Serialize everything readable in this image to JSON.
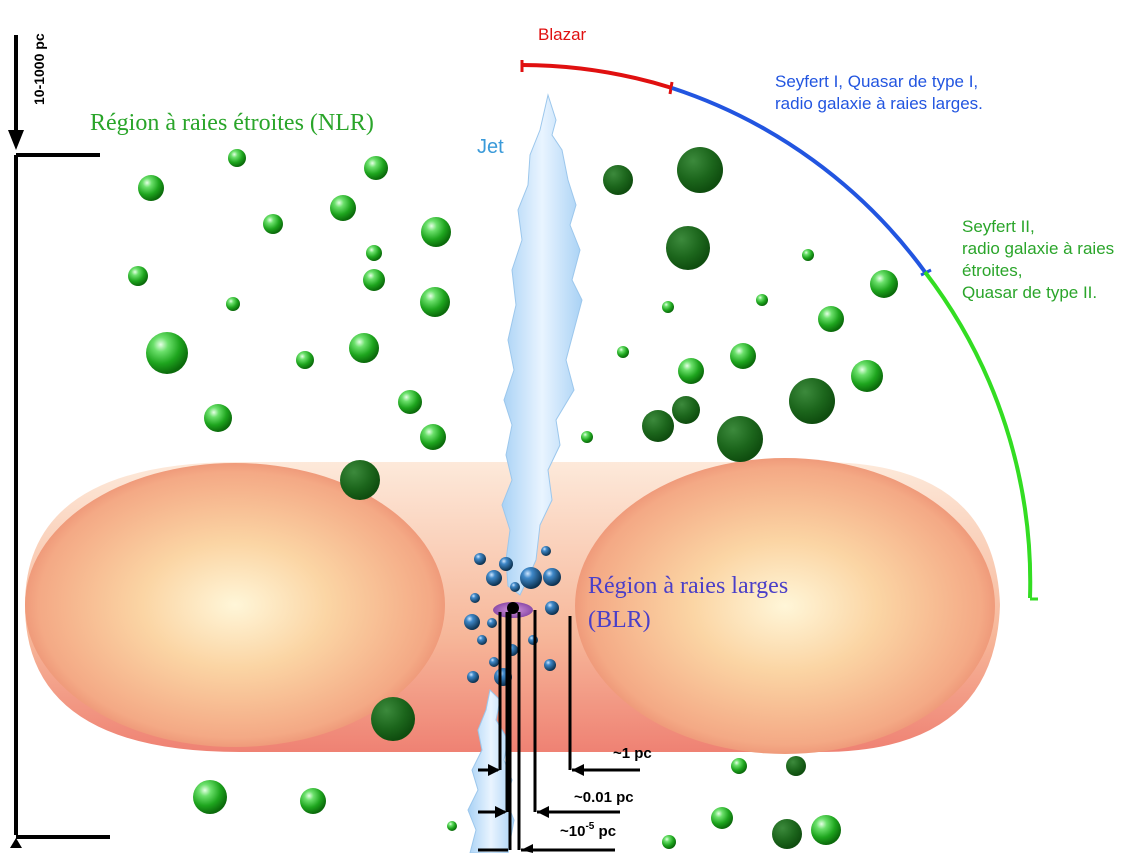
{
  "labels": {
    "scale_vertical": "10-1000 pc",
    "nlr": "Région à raies étroites (NLR)",
    "jet": "Jet",
    "blr_line1": "Région à raies larges",
    "blr_line2": "(BLR)",
    "blazar": "Blazar",
    "seyfert1_line1": "Seyfert I, Quasar de type I,",
    "seyfert1_line2": "radio galaxie à raies larges.",
    "seyfert2_line1": "Seyfert II,",
    "seyfert2_line2": "radio galaxie à raies",
    "seyfert2_line3": "étroites,",
    "seyfert2_line4": "Quasar de type II.",
    "scale_1pc": "~1 pc",
    "scale_001pc": "~0.01 pc",
    "scale_small_base": "~10",
    "scale_small_exp": "-5",
    "scale_small_unit": " pc"
  },
  "colors": {
    "nlr_text": "#2aa52a",
    "jet_text": "#3a9ad9",
    "blr_text": "#4a3fc8",
    "blazar": "#e01010",
    "seyfert1": "#2255e0",
    "seyfert2": "#33dd22",
    "seyfert2_text": "#2aa52a",
    "torus_fill": "#f6b98e",
    "nlr_cloud": "#22aa22",
    "blr_cloud": "#1a4f7a"
  }
}
